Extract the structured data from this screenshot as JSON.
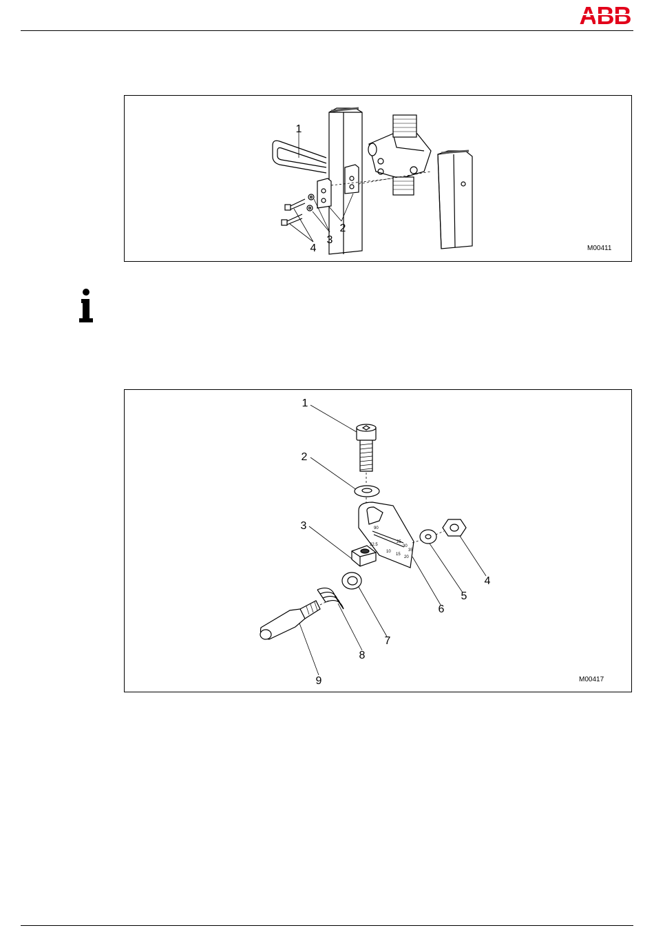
{
  "header": {
    "logo_text": "ABB",
    "brand_color": "#e2001a"
  },
  "info_icon": "info-icon",
  "figures": [
    {
      "id": "M00411",
      "callouts": {
        "c1": "1",
        "c2": "2",
        "c3": "3",
        "c4": "4"
      }
    },
    {
      "id": "M00417",
      "callouts": {
        "c1": "1",
        "c2": "2",
        "c3": "3",
        "c4": "4",
        "c5": "5",
        "c6": "6",
        "c7": "7",
        "c8": "8",
        "c9": "9"
      },
      "scale_marks": {
        "s1": "90",
        "s2": "22.5",
        "s3": "10",
        "s4": "15",
        "s5": "20",
        "s6": "25",
        "s7": "30",
        "s8": "35"
      }
    }
  ]
}
